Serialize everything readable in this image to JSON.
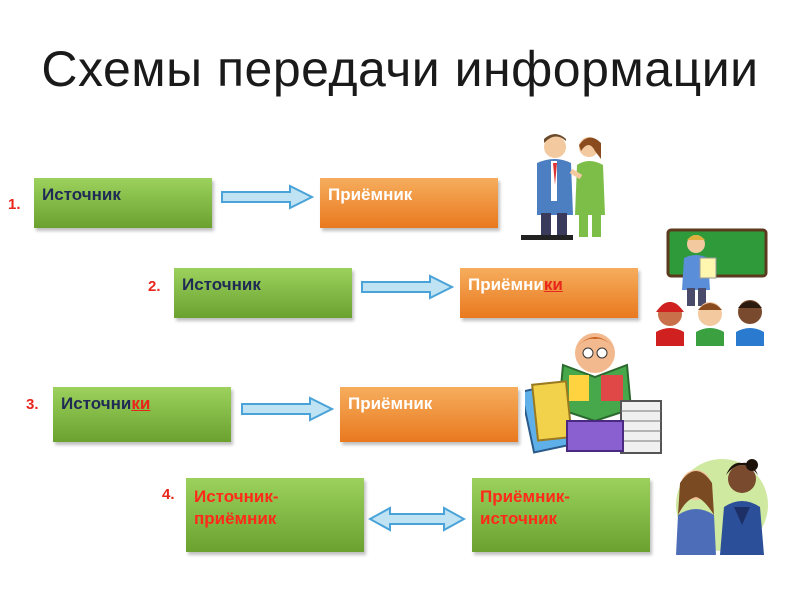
{
  "title": "Схемы передачи информации",
  "schemes": [
    {
      "number": "1.",
      "source": {
        "text": "Источник",
        "accent": ""
      },
      "receiver": {
        "text": "Приёмник",
        "accent": ""
      },
      "arrow": "one-way"
    },
    {
      "number": "2.",
      "source": {
        "text": "Источник",
        "accent": ""
      },
      "receiver": {
        "text": "Приёмни",
        "accent": "ки"
      },
      "arrow": "one-way"
    },
    {
      "number": "3.",
      "source": {
        "text": "Источни",
        "accent": "ки"
      },
      "receiver": {
        "text": "Приёмник",
        "accent": ""
      },
      "arrow": "one-way"
    },
    {
      "number": "4.",
      "source": {
        "line1": "Источник-",
        "line2": "приёмник"
      },
      "receiver": {
        "line1": "Приёмник-",
        "line2": "источник"
      },
      "arrow": "two-way"
    }
  ],
  "colors": {
    "source_box": "#7fb83d",
    "receiver_box": "#ee8a2c",
    "arrow_fill": "#bfe3f3",
    "arrow_stroke": "#4aa3d8",
    "accent": "#e8261c"
  },
  "illustrations": [
    "two-people-talking-icon",
    "teacher-with-students-icon",
    "person-reading-magazines-icon",
    "two-girls-talking-icon"
  ]
}
